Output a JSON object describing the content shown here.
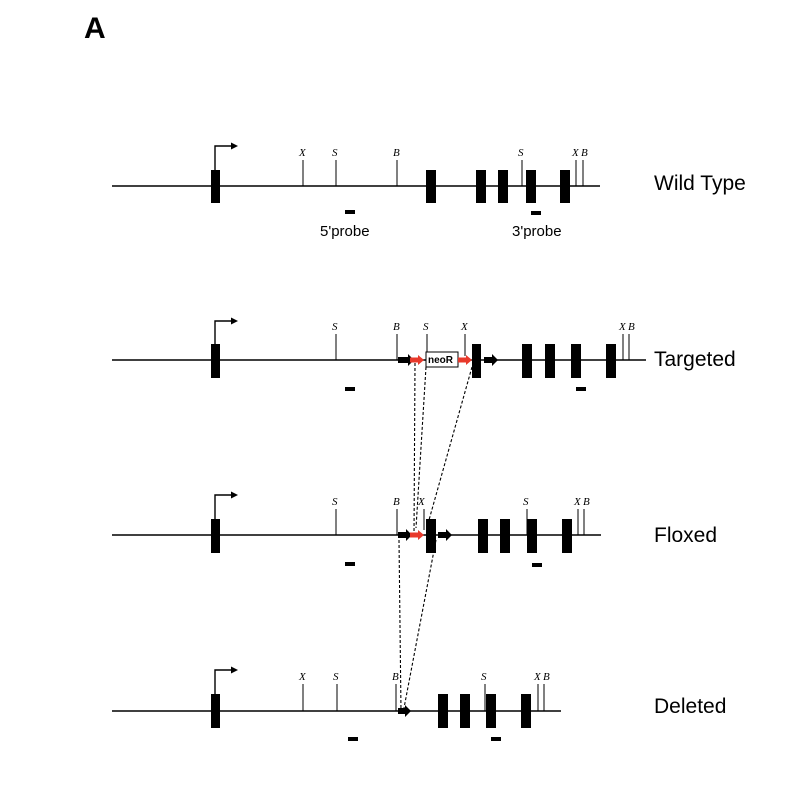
{
  "panel_label": "A",
  "rows": [
    {
      "label": "Wild Type",
      "sites": [
        "X",
        "S",
        "B",
        "S",
        "X",
        "B"
      ],
      "probe_labels": [
        "5'probe",
        "3'probe"
      ]
    },
    {
      "label": "Targeted",
      "sites": [
        "S",
        "B",
        "S",
        "X",
        "X",
        "B"
      ],
      "cassette_label": "neoR"
    },
    {
      "label": "Floxed",
      "sites": [
        "S",
        "B",
        "X",
        "S",
        "X",
        "B"
      ]
    },
    {
      "label": "Deleted",
      "sites": [
        "X",
        "S",
        "B",
        "S",
        "X",
        "B"
      ]
    }
  ],
  "colors": {
    "loxp": "#e8392b",
    "exon": "#000000",
    "line": "#000000"
  }
}
